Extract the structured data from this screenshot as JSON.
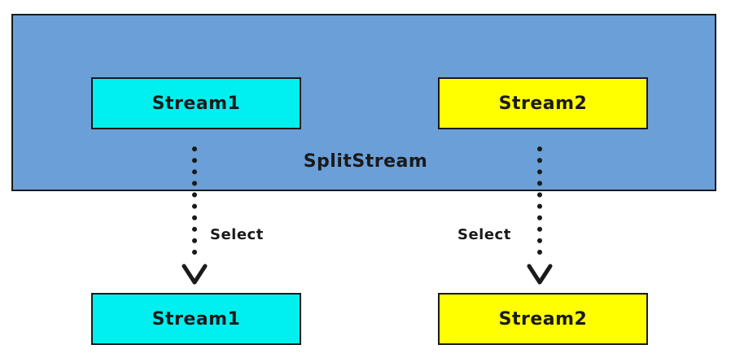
{
  "diagram": {
    "container_label": "SplitStream",
    "source_streams": {
      "left": "Stream1",
      "right": "Stream2"
    },
    "edge_labels": {
      "left": "Select",
      "right": "Select"
    },
    "output_streams": {
      "left": "Stream1",
      "right": "Stream2"
    },
    "colors": {
      "container": "#6b9fd8",
      "stream1": "#00f0f0",
      "stream2": "#ffff00",
      "outline": "#1a1a1a"
    }
  }
}
